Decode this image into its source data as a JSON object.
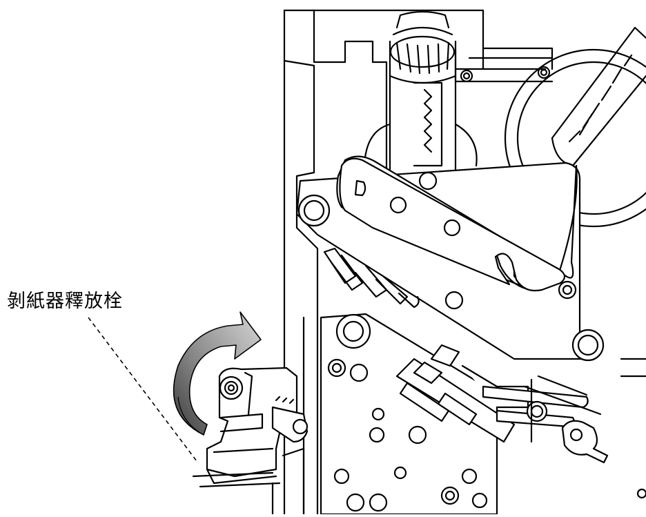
{
  "callout": {
    "label": "剝紙器釋放栓",
    "leader_style": "dashed"
  },
  "arrow": {
    "direction": "counter-clockwise-up",
    "gradient_start": "#d6d6d6",
    "gradient_end": "#3c3c3c"
  },
  "colors": {
    "line": "#000000",
    "background": "#ffffff"
  }
}
